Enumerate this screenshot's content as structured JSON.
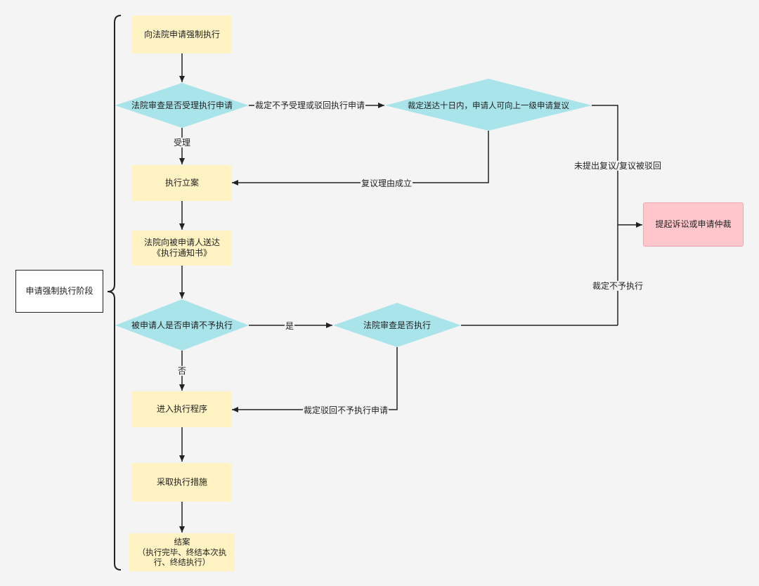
{
  "phase": {
    "label": "申请强制执行阶段"
  },
  "nodes": {
    "apply": "向法院申请强制执行",
    "accept_check": "法院审查是否受理执行申请",
    "review_notice": "裁定送达十日内，申请人可向上一级申请复议",
    "filing": "执行立案",
    "notify": "法院向被申请人送达\n《执行通知书》",
    "objection": "被申请人是否申请不予执行",
    "court_review": "法院审查是否执行",
    "enter": "进入执行程序",
    "measures": "采取执行措施",
    "close": "结案\n（执行完毕、终结本次执\n行、终结执行）",
    "lawsuit": "提起诉讼或申请仲裁"
  },
  "edges": {
    "reject_application": "裁定不予受理或驳回执行申请",
    "accepted": "受理",
    "review_upheld": "复议理由成立",
    "no_review_or_rejected": "未提出复议/复议被驳回",
    "not_execute": "裁定不予执行",
    "yes": "是",
    "no": "否",
    "reject_objection": "裁定驳回不予执行申请"
  },
  "colors": {
    "process": "#fff3c4",
    "decision": "#a8e4ea",
    "terminal": "#ffc7cc",
    "line": "#222222"
  }
}
